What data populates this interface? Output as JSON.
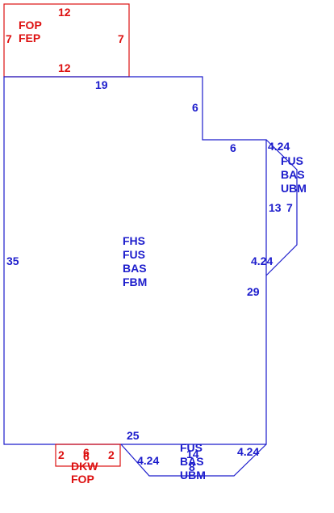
{
  "colors": {
    "main": "#1c1ccc",
    "porch": "#dd1111",
    "background": "#ffffff"
  },
  "areas": {
    "main": {
      "lines": [
        "FHS",
        "FUS",
        "BAS",
        "FBM"
      ]
    },
    "right_addition": {
      "lines": [
        "FUS",
        "BAS",
        "UBM"
      ]
    },
    "bottom_addition": {
      "lines": [
        "FUS",
        "BAS",
        "UBM"
      ]
    },
    "top_porch": {
      "lines": [
        "FOP",
        "FEP"
      ]
    },
    "bottom_porch": {
      "lines": [
        "DKW",
        "FOP"
      ]
    }
  },
  "dimensions": {
    "top_porch_top": "12",
    "top_porch_bottom": "12",
    "top_porch_left": "7",
    "top_porch_right": "7",
    "main_top": "19",
    "main_step_down": "6",
    "main_step_across": "6",
    "main_left": "35",
    "main_right": "29",
    "main_bottom": "25",
    "right_add_top_diag": "4.24",
    "right_add_inner": "13",
    "right_add_outer": "7",
    "right_add_bottom_diag": "4.24",
    "bottom_add_left_diag": "4.24",
    "bottom_add_right_diag": "4.24",
    "bottom_add_top": "14",
    "bottom_add_bottom": "8",
    "bottom_porch_left": "2",
    "bottom_porch_right": "2",
    "bottom_porch_top": "6",
    "bottom_porch_bottom": "6"
  }
}
